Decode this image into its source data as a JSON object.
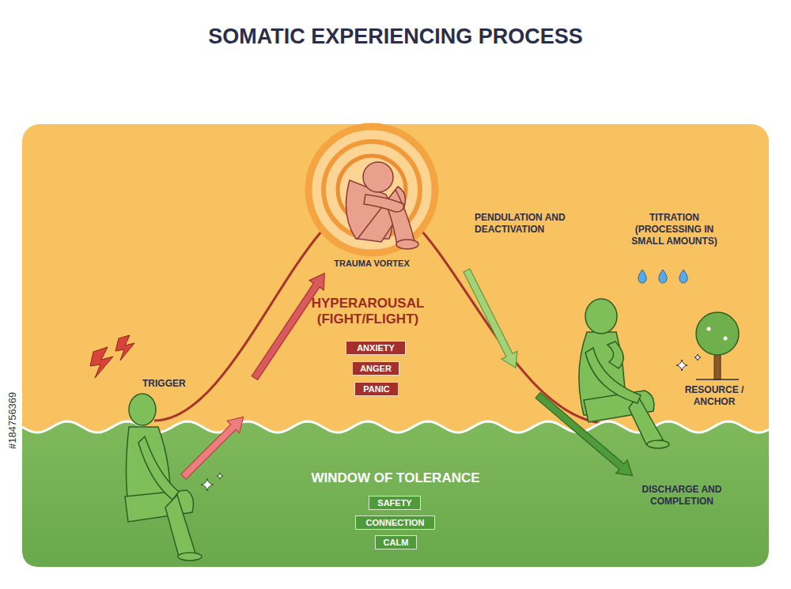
{
  "diagram": {
    "title": "SOMATIC EXPERIENCING PROCESS",
    "nodes": [
      {
        "text": [
          "TRAUMA VORTEX"
        ]
      },
      {
        "text": [
          "ANXIETY"
        ]
      },
      {
        "text": [
          "ANGER"
        ]
      },
      {
        "text": [
          "PANIC"
        ]
      },
      {
        "text": [
          "WINDOW OF TOLERANCE"
        ]
      },
      {
        "text": [
          "SAFETY"
        ],
        "in": 4
      },
      {
        "text": [
          "CONNECTION"
        ],
        "in": 4
      },
      {
        "text": [
          "CALM"
        ],
        "in": 4
      }
    ],
    "labels": [
      "TRIGGER",
      "HYPERAROUSAL (FIGHT/FLIGHT)",
      "PENDULATION AND DEACTIVATION",
      "TITRATION (PROCESSING IN SMALL AMOUNTS)",
      "RESOURCE / ANCHOR",
      "DISCHARGE AND COMPLETION",
      "#184756369"
    ]
  }
}
